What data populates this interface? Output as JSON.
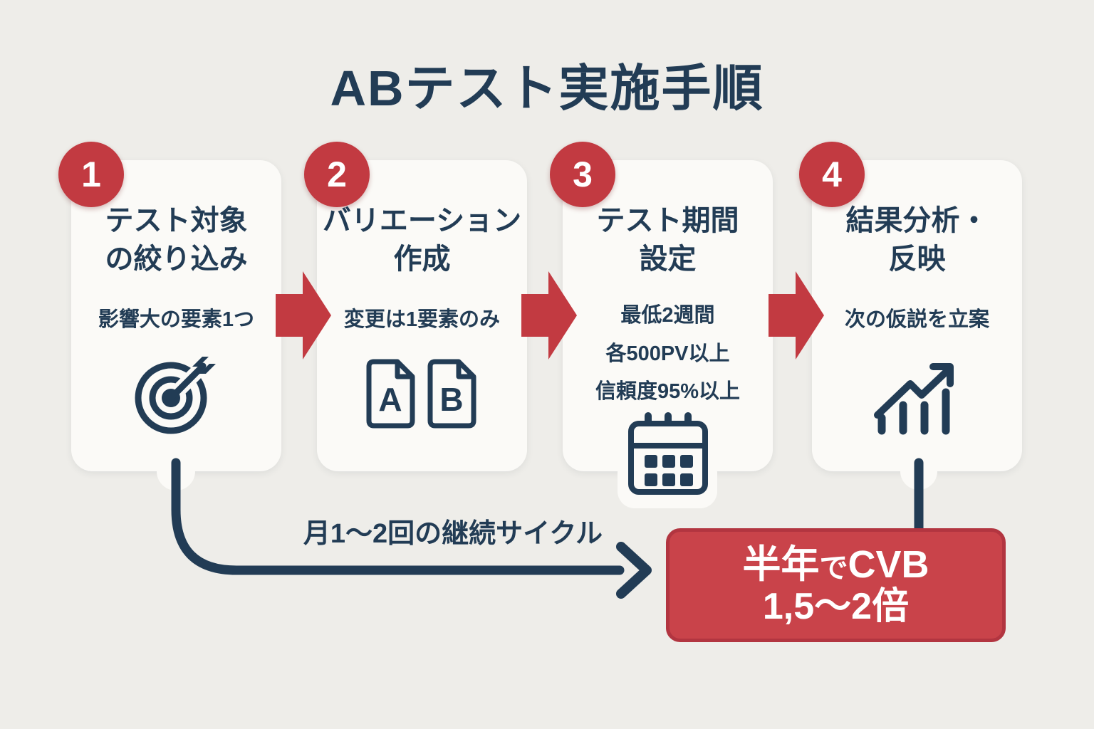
{
  "title": "ABテスト実施手順",
  "colors": {
    "background": "#eeede9",
    "card": "#fbfaf7",
    "navy": "#223c55",
    "red": "#c23a41",
    "result_box_fill": "#c9434a",
    "result_box_border": "#b23540",
    "white": "#ffffff"
  },
  "steps": [
    {
      "number": "1",
      "title_line1": "テスト対象",
      "title_line2": "の絞り込み",
      "notes": [
        "影響大の要素1つ"
      ],
      "icon": "target-icon"
    },
    {
      "number": "2",
      "title_line1": "バリエーション",
      "title_line2": "作成",
      "notes": [
        "変更は1要素のみ"
      ],
      "icon": "ab-documents-icon"
    },
    {
      "number": "3",
      "title_line1": "テスト期間",
      "title_line2": "設定",
      "notes": [
        "最低2週間",
        "各500PV以上",
        "信頼度95%以上"
      ],
      "icon": "calendar-icon"
    },
    {
      "number": "4",
      "title_line1": "結果分析・",
      "title_line2": "反映",
      "notes": [
        "次の仮説を立案"
      ],
      "icon": "growth-chart-icon"
    }
  ],
  "doc_labels": {
    "a": "A",
    "b": "B"
  },
  "cycle": {
    "label": "月1〜2回の継続サイクル"
  },
  "result_box": {
    "line1_prefix": "半年",
    "line1_particle": "で",
    "line1_suffix": "CVB",
    "line2": "1,5〜2倍"
  }
}
